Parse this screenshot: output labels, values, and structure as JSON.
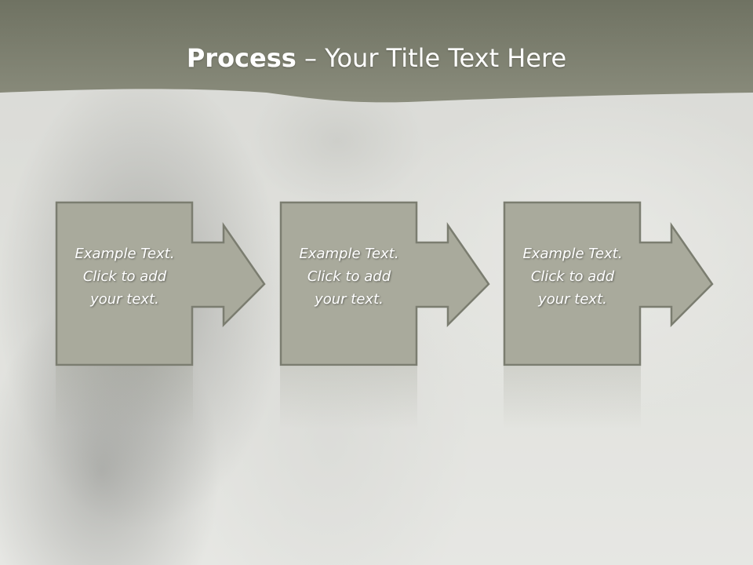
{
  "title": {
    "bold_part": "Process",
    "separator": " – ",
    "rest": "Your Title Text Here"
  },
  "steps": [
    {
      "line1": "Example Text.",
      "line2": "Click  to add",
      "line3": "your text."
    },
    {
      "line1": "Example Text.",
      "line2": "Click  to add",
      "line3": "your text."
    },
    {
      "line1": "Example Text.",
      "line2": "Click  to add",
      "line3": "your text."
    }
  ],
  "colors": {
    "banner": "#7e8070",
    "box_fill": "#a9aa9c",
    "box_stroke": "#7b7d70",
    "text": "#ffffff"
  },
  "icons": {
    "step_arrow": "right-arrow-icon"
  }
}
